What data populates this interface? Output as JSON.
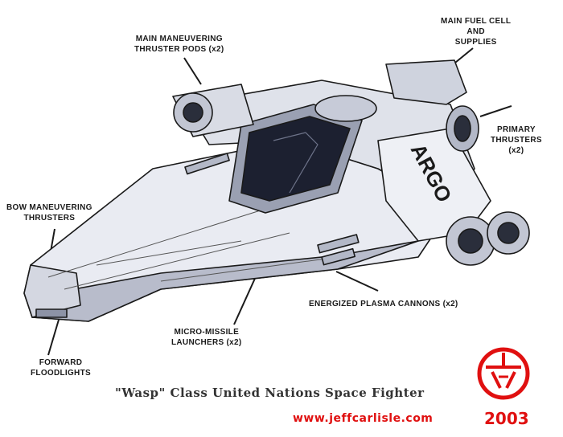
{
  "labels": {
    "main_thrusters": [
      "MAIN MANEUVERING",
      "THRUSTER PODS (x2)"
    ],
    "fuel_cell": [
      "MAIN FUEL CELL",
      "AND",
      "SUPPLIES"
    ],
    "primary_thrusters": [
      "PRIMARY",
      "THRUSTERS",
      "(x2)"
    ],
    "bow_thrusters": [
      "BOW MANEUVERING",
      "THRUSTERS"
    ],
    "plasma_cannons": [
      "ENERGIZED PLASMA CANNONS (x2)"
    ],
    "micro_missile": [
      "MICRO-MISSILE",
      "LAUNCHERS (x2)"
    ],
    "floodlights": [
      "FORWARD",
      "FLOODLIGHTS"
    ]
  },
  "hull_text": "ARGO",
  "title": "\"Wasp\" Class United Nations Space Fighter",
  "credit": "www.jeffcarlisle.com",
  "year": "2003",
  "colors": {
    "accent_red": "#e01010",
    "ink": "#1a1a1a",
    "hull_light": "#e9ebf2",
    "hull_shade": "#b8bccb",
    "canopy": "#1c2030"
  }
}
